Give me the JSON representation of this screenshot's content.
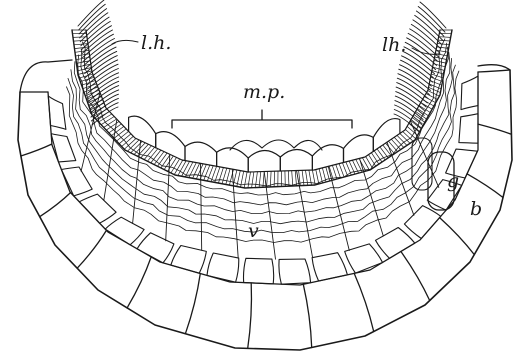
{
  "figure": {
    "labels": {
      "lh_left": "l.h.",
      "lh_right": "lh.",
      "mp": "m.p.",
      "g": "g",
      "b": "b",
      "v": "v"
    },
    "ink_color": "#1a1a1a",
    "paper_color": "#ffffff"
  }
}
